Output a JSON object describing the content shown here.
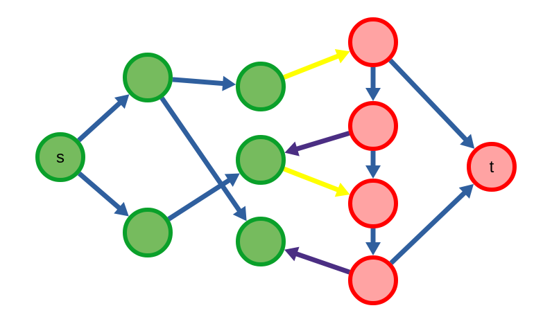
{
  "colors": {
    "edge_blue": "#2f5f9e",
    "edge_yellow": "#ffff00",
    "edge_purple": "#4b2e83",
    "source_fill": "#76bb5e",
    "source_stroke": "#0aa02a",
    "sink_fill": "#ffa3a3",
    "sink_stroke": "#ff0000",
    "background": "#ffffff"
  },
  "nodes": [
    {
      "id": "s",
      "label": "s",
      "side": "source"
    },
    {
      "id": "g1",
      "label": "",
      "side": "source"
    },
    {
      "id": "g2",
      "label": "",
      "side": "source"
    },
    {
      "id": "g3",
      "label": "",
      "side": "source"
    },
    {
      "id": "g4",
      "label": "",
      "side": "source"
    },
    {
      "id": "g5",
      "label": "",
      "side": "source"
    },
    {
      "id": "r1",
      "label": "",
      "side": "sink"
    },
    {
      "id": "r2",
      "label": "",
      "side": "sink"
    },
    {
      "id": "r3",
      "label": "",
      "side": "sink"
    },
    {
      "id": "r4",
      "label": "",
      "side": "sink"
    },
    {
      "id": "t",
      "label": "t",
      "side": "sink"
    }
  ],
  "edges": [
    {
      "from": "s",
      "to": "g1",
      "color": "edge_blue"
    },
    {
      "from": "s",
      "to": "g2",
      "color": "edge_blue"
    },
    {
      "from": "g1",
      "to": "g3",
      "color": "edge_blue"
    },
    {
      "from": "g1",
      "to": "g5",
      "color": "edge_blue"
    },
    {
      "from": "g2",
      "to": "g4",
      "color": "edge_blue"
    },
    {
      "from": "g3",
      "to": "r1",
      "color": "edge_yellow"
    },
    {
      "from": "g4",
      "to": "r3",
      "color": "edge_yellow"
    },
    {
      "from": "r1",
      "to": "r2",
      "color": "edge_blue"
    },
    {
      "from": "r1",
      "to": "t",
      "color": "edge_blue"
    },
    {
      "from": "r2",
      "to": "r3",
      "color": "edge_blue"
    },
    {
      "from": "r2",
      "to": "g4",
      "color": "edge_purple"
    },
    {
      "from": "r3",
      "to": "r4",
      "color": "edge_blue"
    },
    {
      "from": "r4",
      "to": "g5",
      "color": "edge_purple"
    },
    {
      "from": "r4",
      "to": "t",
      "color": "edge_blue"
    }
  ]
}
